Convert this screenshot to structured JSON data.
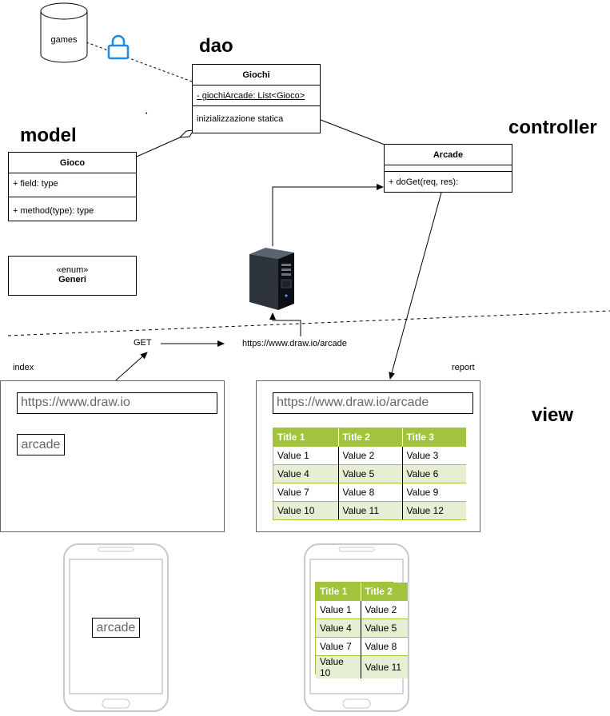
{
  "labels": {
    "dao": "dao",
    "model": "model",
    "controller": "controller",
    "view": "view",
    "games": "games",
    "dot": "•",
    "get": "GET",
    "route_url": "https://www.draw.io/arcade",
    "index": "index",
    "report": "report"
  },
  "giochi": {
    "name": "Giochi",
    "attribute": "- giochiArcade: List<Gioco>",
    "operation": "inizializzazione statica"
  },
  "gioco": {
    "name": "Gioco",
    "attribute": "+ field: type",
    "operation": "+ method(type): type"
  },
  "generi": {
    "stereotype": "«enum»",
    "name": "Generi"
  },
  "arcade_class": {
    "name": "Arcade",
    "operation": "+ doGet(req, res):"
  },
  "index_page": {
    "url": "https://www.draw.io",
    "button": "arcade"
  },
  "report_page": {
    "url": "https://www.draw.io/arcade",
    "table": {
      "headers": [
        "Title 1",
        "Title 2",
        "Title 3"
      ],
      "rows": [
        [
          "Value 1",
          "Value 2",
          "Value 3"
        ],
        [
          "Value 4",
          "Value 5",
          "Value 6"
        ],
        [
          "Value 7",
          "Value 8",
          "Value 9"
        ],
        [
          "Value 10",
          "Value 11",
          "Value 12"
        ]
      ]
    }
  },
  "phone_left": {
    "button": "arcade"
  },
  "phone_right": {
    "table": {
      "headers": [
        "Title 1",
        "Title 2"
      ],
      "rows": [
        [
          "Value 1",
          "Value 2"
        ],
        [
          "Value 4",
          "Value 5"
        ],
        [
          "Value 7",
          "Value 8"
        ],
        [
          "Value 10",
          "Value 11"
        ]
      ]
    }
  },
  "colors": {
    "table_header": "#a2c33c",
    "table_alt_row": "#e6efd4",
    "lock_blue": "#1e88e5"
  },
  "icons": [
    "database-icon",
    "lock-icon",
    "server-icon",
    "phone-frame-icon"
  ]
}
